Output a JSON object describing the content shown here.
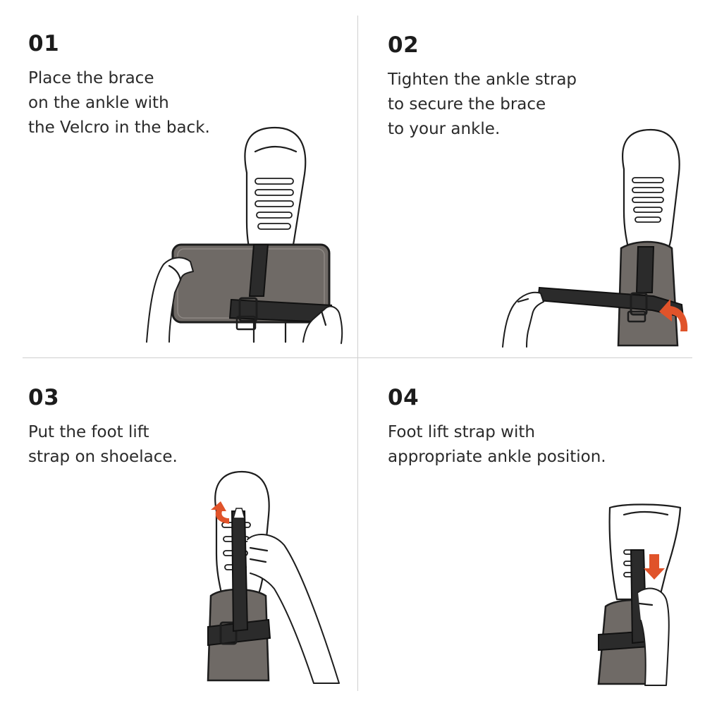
{
  "colors": {
    "brace": "#6f6a66",
    "strap": "#2b2b2b",
    "arrow": "#e0532a",
    "divider": "#cfcfcf"
  },
  "steps": [
    {
      "number": "01",
      "lines": [
        "Place the brace",
        "on the ankle with",
        "the Velcro in the back."
      ],
      "illustration": "brace-placement-illustration"
    },
    {
      "number": "02",
      "lines": [
        "Tighten the ankle strap",
        "to secure the brace",
        "to your ankle."
      ],
      "illustration": "ankle-strap-illustration"
    },
    {
      "number": "03",
      "lines": [
        "Put the foot lift",
        "strap on shoelace."
      ],
      "illustration": "shoelace-strap-illustration"
    },
    {
      "number": "04",
      "lines": [
        "Foot lift strap with",
        "appropriate ankle position."
      ],
      "illustration": "foot-lift-illustration"
    }
  ]
}
